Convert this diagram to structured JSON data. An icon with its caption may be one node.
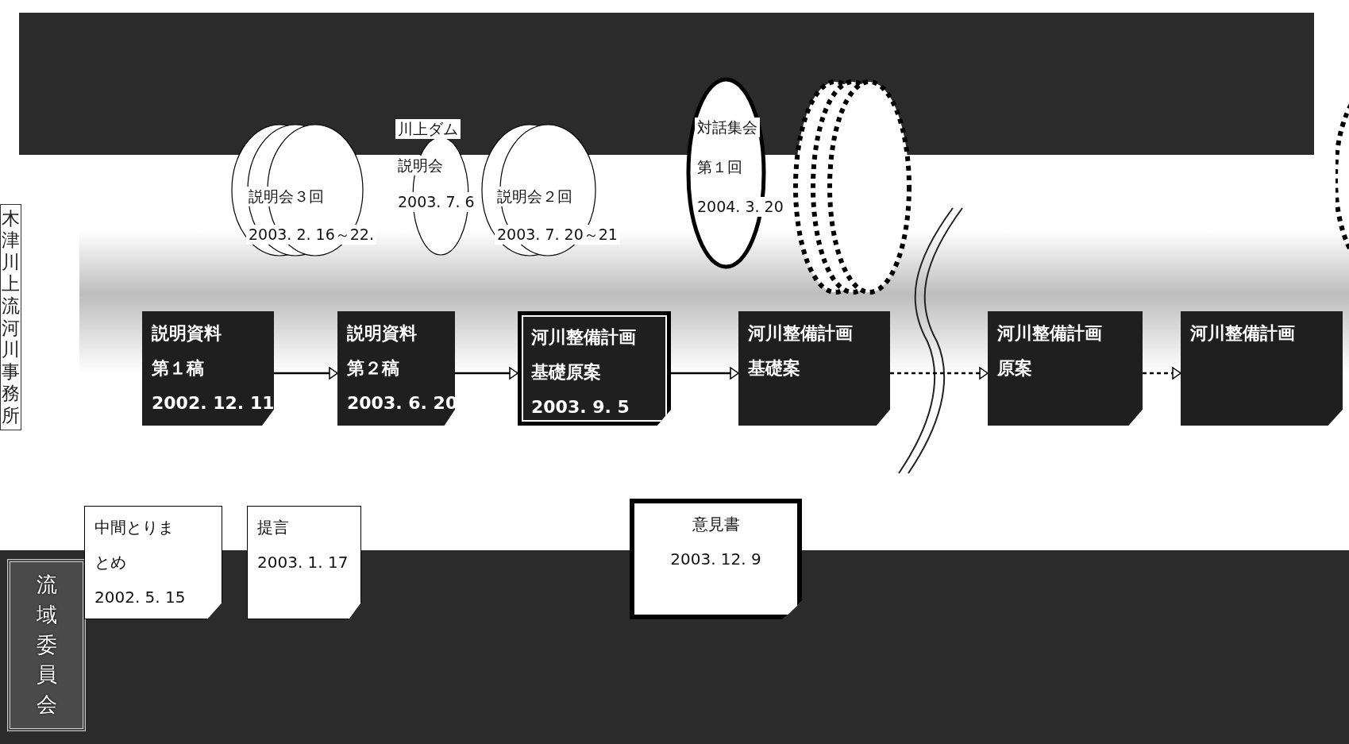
{
  "diagram": {
    "nodes": [
      {
        "text": [
          "木津川上流河川事務所"
        ]
      },
      {
        "text": [
          "説明会３回",
          "2003. 2. 16～22."
        ]
      },
      {
        "text": [
          "川上ダム",
          "説明会",
          "2003. 7. 6"
        ]
      },
      {
        "text": [
          "説明会２回",
          "2003. 7. 20～21"
        ]
      },
      {
        "text": [
          "対話集会",
          "第１回",
          "2004. 3. 20"
        ]
      },
      {
        "text": [],
        "shape": "circle"
      },
      {
        "text": [],
        "shape": "circle"
      },
      {
        "text": [
          "説明資料",
          "第１稿",
          "2002. 12. 11"
        ]
      },
      {
        "text": [
          "説明資料",
          "第２稿",
          "2003. 6. 20"
        ]
      },
      {
        "text": [
          "河川整備計画",
          "基礎原案",
          "2003. 9. 5"
        ]
      },
      {
        "text": [
          "河川整備計画",
          "基礎案"
        ]
      },
      {
        "text": [
          "河川整備計画",
          "原案"
        ]
      },
      {
        "text": [
          "河川整備計画"
        ]
      },
      {
        "text": [
          "流域委員会"
        ]
      },
      {
        "text": [
          "中間とりまとめ",
          "2002. 5. 15"
        ]
      },
      {
        "text": [
          "提言",
          "2003. 1. 17"
        ]
      },
      {
        "text": [
          "意見書",
          "2003. 12. 9"
        ]
      }
    ],
    "edges": [
      {
        "from": 7,
        "to": 8,
        "arrow": "to"
      },
      {
        "from": 8,
        "to": 9,
        "arrow": "to"
      },
      {
        "from": 9,
        "to": 10,
        "arrow": "to"
      },
      {
        "from": 10,
        "to": 11,
        "arrow": "to",
        "style": "dashed"
      },
      {
        "from": 11,
        "to": 12,
        "arrow": "to",
        "style": "dashed"
      }
    ]
  }
}
